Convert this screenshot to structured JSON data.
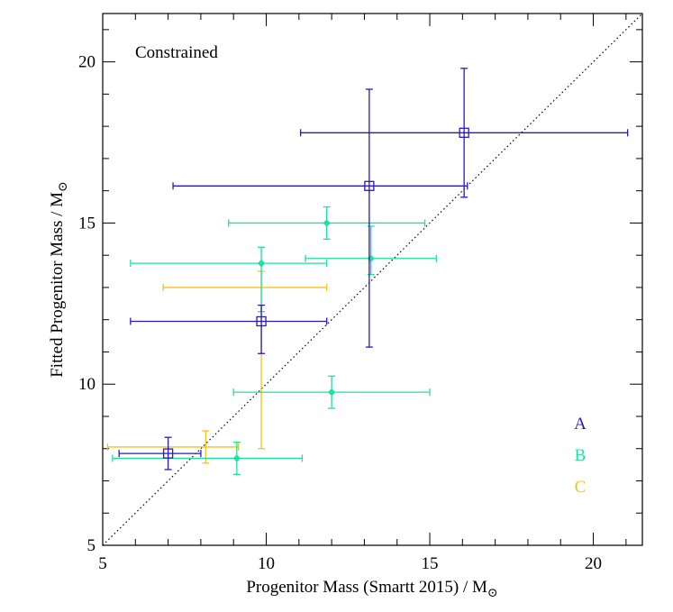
{
  "chart_data": {
    "type": "scatter",
    "annotation": "Constrained",
    "xlabel": "Progenitor Mass (Smartt 2015) / M",
    "ylabel": "Fitted Progenitor Mass / M",
    "xlim": [
      5,
      21.5
    ],
    "ylim": [
      5,
      21.5
    ],
    "xticks": [
      5,
      10,
      15,
      20
    ],
    "yticks": [
      5,
      10,
      15,
      20
    ],
    "grid": false,
    "legend_position": "bottom-right",
    "reference_line": {
      "style": "dotted",
      "label": "",
      "from": [
        5,
        5
      ],
      "to": [
        21.5,
        21.5
      ]
    },
    "series": [
      {
        "name": "A",
        "color": "#2a18c8",
        "marker": "square",
        "points": [
          {
            "x": 7.0,
            "y": 7.85,
            "xerr": [
              1.5,
              1.0
            ],
            "yerr": [
              0.5,
              0.5
            ]
          },
          {
            "x": 9.85,
            "y": 11.95,
            "xerr": [
              4.0,
              2.0
            ],
            "yerr": [
              1.0,
              0.5
            ]
          },
          {
            "x": 13.15,
            "y": 16.15,
            "xerr": [
              6.0,
              3.0
            ],
            "yerr": [
              5.0,
              3.0
            ]
          },
          {
            "x": 16.05,
            "y": 17.8,
            "xerr": [
              5.0,
              5.0
            ],
            "yerr": [
              2.0,
              2.0
            ]
          }
        ]
      },
      {
        "name": "B",
        "color": "#1ee0a0",
        "marker": "diamond",
        "points": [
          {
            "x": 9.1,
            "y": 7.7,
            "xerr": [
              3.8,
              2.0
            ],
            "yerr": [
              0.5,
              0.5
            ]
          },
          {
            "x": 9.85,
            "y": 13.75,
            "xerr": [
              4.0,
              2.0
            ],
            "yerr": [
              1.5,
              0.5
            ]
          },
          {
            "x": 11.85,
            "y": 15.0,
            "xerr": [
              3.0,
              3.0
            ],
            "yerr": [
              0.5,
              0.5
            ]
          },
          {
            "x": 12.0,
            "y": 9.75,
            "xerr": [
              3.0,
              3.0
            ],
            "yerr": [
              0.5,
              0.5
            ]
          },
          {
            "x": 13.2,
            "y": 13.9,
            "xerr": [
              2.0,
              2.0
            ],
            "yerr": [
              0.5,
              1.0
            ]
          }
        ]
      },
      {
        "name": "C",
        "color": "#f5c022",
        "marker": "none",
        "points": [
          {
            "x": 8.15,
            "y": 8.05,
            "xerr": [
              3.0,
              1.0
            ],
            "yerr": [
              0.5,
              0.5
            ]
          },
          {
            "x": 9.85,
            "y": 13.0,
            "xerr": [
              3.0,
              2.0
            ],
            "yerr": [
              5.0,
              0.5
            ]
          }
        ]
      }
    ]
  }
}
